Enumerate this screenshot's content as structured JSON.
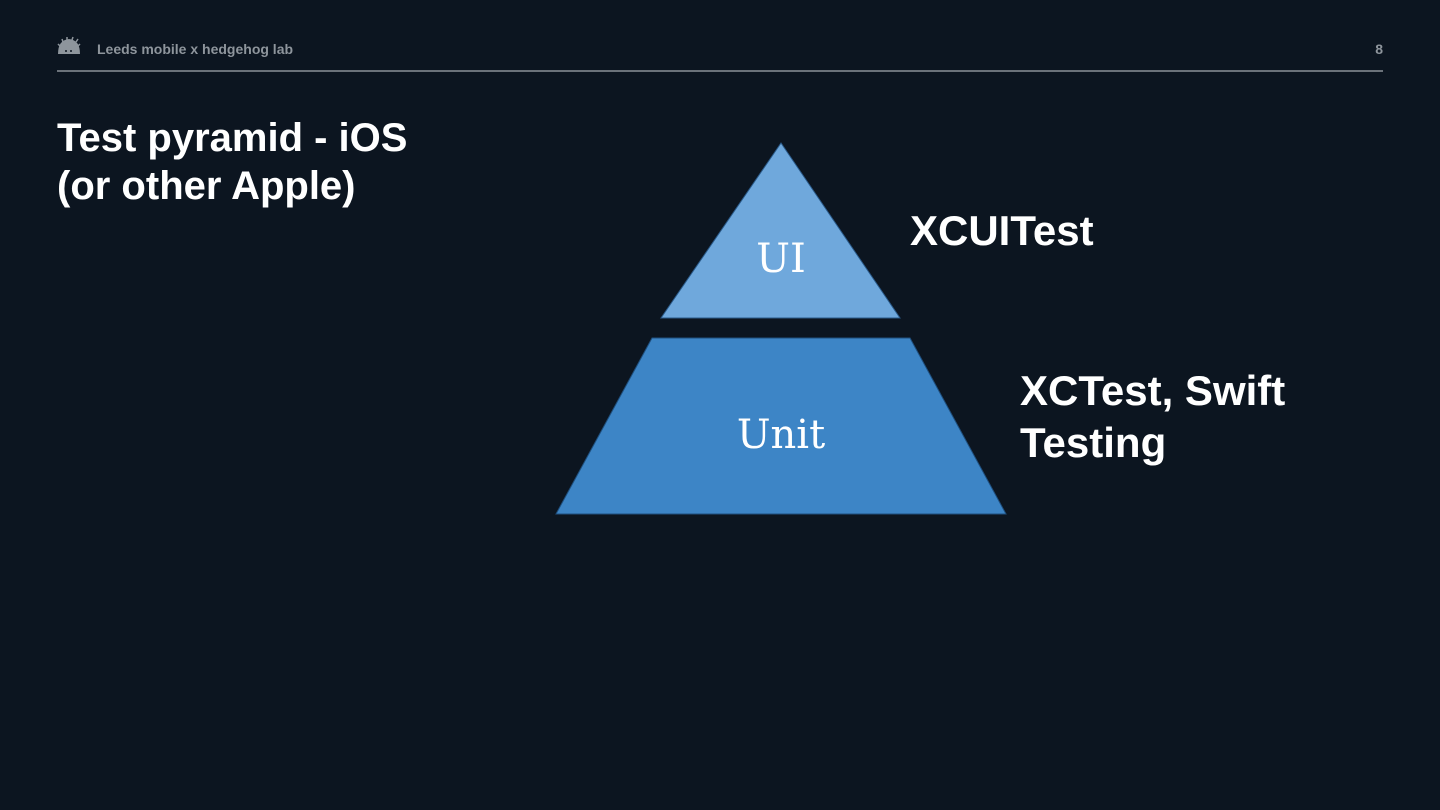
{
  "header": {
    "logo_icon": "hedgehog-icon",
    "text": "Leeds mobile x hedgehog lab",
    "page_number": "8"
  },
  "title": {
    "line1": "Test pyramid - iOS",
    "line2": "(or other Apple)"
  },
  "pyramid": {
    "top": {
      "label": "UI",
      "color": "#6fa8dc"
    },
    "bottom": {
      "label": "Unit",
      "color": "#3d85c6"
    }
  },
  "side_labels": {
    "ui": "XCUITest",
    "unit_line1": "XCTest, Swift",
    "unit_line2": "Testing"
  },
  "colors": {
    "background": "#0c1520",
    "rule": "#6b727a",
    "header_text": "#8e959c"
  }
}
